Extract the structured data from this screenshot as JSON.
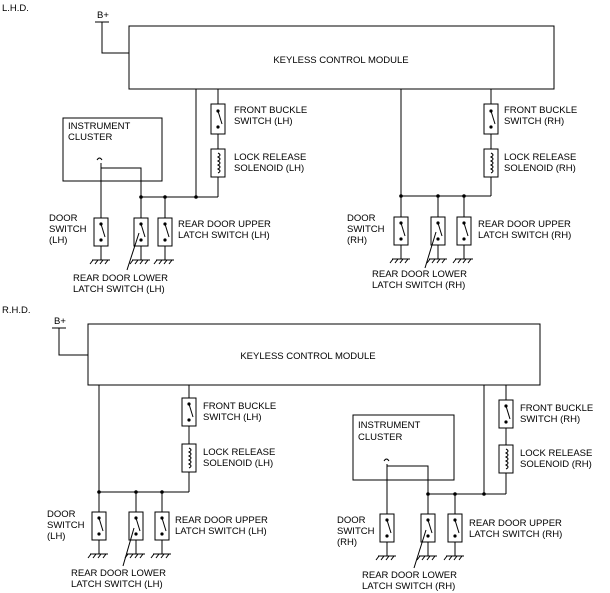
{
  "lhd": {
    "section_label": "L.H.D.",
    "power_label": "B+",
    "module_label": "KEYLESS CONTROL MODULE",
    "cluster_line1": "INSTRUMENT",
    "cluster_line2": "CLUSTER",
    "front_buckle_lh_1": "FRONT BUCKLE",
    "front_buckle_lh_2": "SWITCH (LH)",
    "lock_release_lh_1": "LOCK RELEASE",
    "lock_release_lh_2": "SOLENOID (LH)",
    "front_buckle_rh_1": "FRONT BUCKLE",
    "front_buckle_rh_2": "SWITCH (RH)",
    "lock_release_rh_1": "LOCK RELEASE",
    "lock_release_rh_2": "SOLENOID (RH)",
    "door_lh_1": "DOOR",
    "door_lh_2": "SWITCH",
    "door_lh_3": "(LH)",
    "upper_lh_1": "REAR DOOR UPPER",
    "upper_lh_2": "LATCH SWITCH (LH)",
    "lower_lh_1": "REAR DOOR LOWER",
    "lower_lh_2": "LATCH SWITCH (LH)",
    "door_rh_1": "DOOR",
    "door_rh_2": "SWITCH",
    "door_rh_3": "(RH)",
    "upper_rh_1": "REAR DOOR UPPER",
    "upper_rh_2": "LATCH SWITCH (RH)",
    "lower_rh_1": "REAR DOOR LOWER",
    "lower_rh_2": "LATCH SWITCH (RH)"
  },
  "rhd": {
    "section_label": "R.H.D.",
    "power_label": "B+",
    "module_label": "KEYLESS CONTROL MODULE",
    "cluster_line1": "INSTRUMENT",
    "cluster_line2": "CLUSTER",
    "front_buckle_lh_1": "FRONT BUCKLE",
    "front_buckle_lh_2": "SWITCH (LH)",
    "lock_release_lh_1": "LOCK RELEASE",
    "lock_release_lh_2": "SOLENOID (LH)",
    "front_buckle_rh_1": "FRONT BUCKLE",
    "front_buckle_rh_2": "SWITCH (RH)",
    "lock_release_rh_1": "LOCK RELEASE",
    "lock_release_rh_2": "SOLENOID (RH)",
    "door_lh_1": "DOOR",
    "door_lh_2": "SWITCH",
    "door_lh_3": "(LH)",
    "upper_lh_1": "REAR DOOR UPPER",
    "upper_lh_2": "LATCH SWITCH (LH)",
    "lower_lh_1": "REAR DOOR LOWER",
    "lower_lh_2": "LATCH SWITCH (LH)",
    "door_rh_1": "DOOR",
    "door_rh_2": "SWITCH",
    "door_rh_3": "(RH)",
    "upper_rh_1": "REAR DOOR UPPER",
    "upper_rh_2": "LATCH SWITCH (RH)",
    "lower_rh_1": "REAR DOOR LOWER",
    "lower_rh_2": "LATCH SWITCH (RH)"
  }
}
